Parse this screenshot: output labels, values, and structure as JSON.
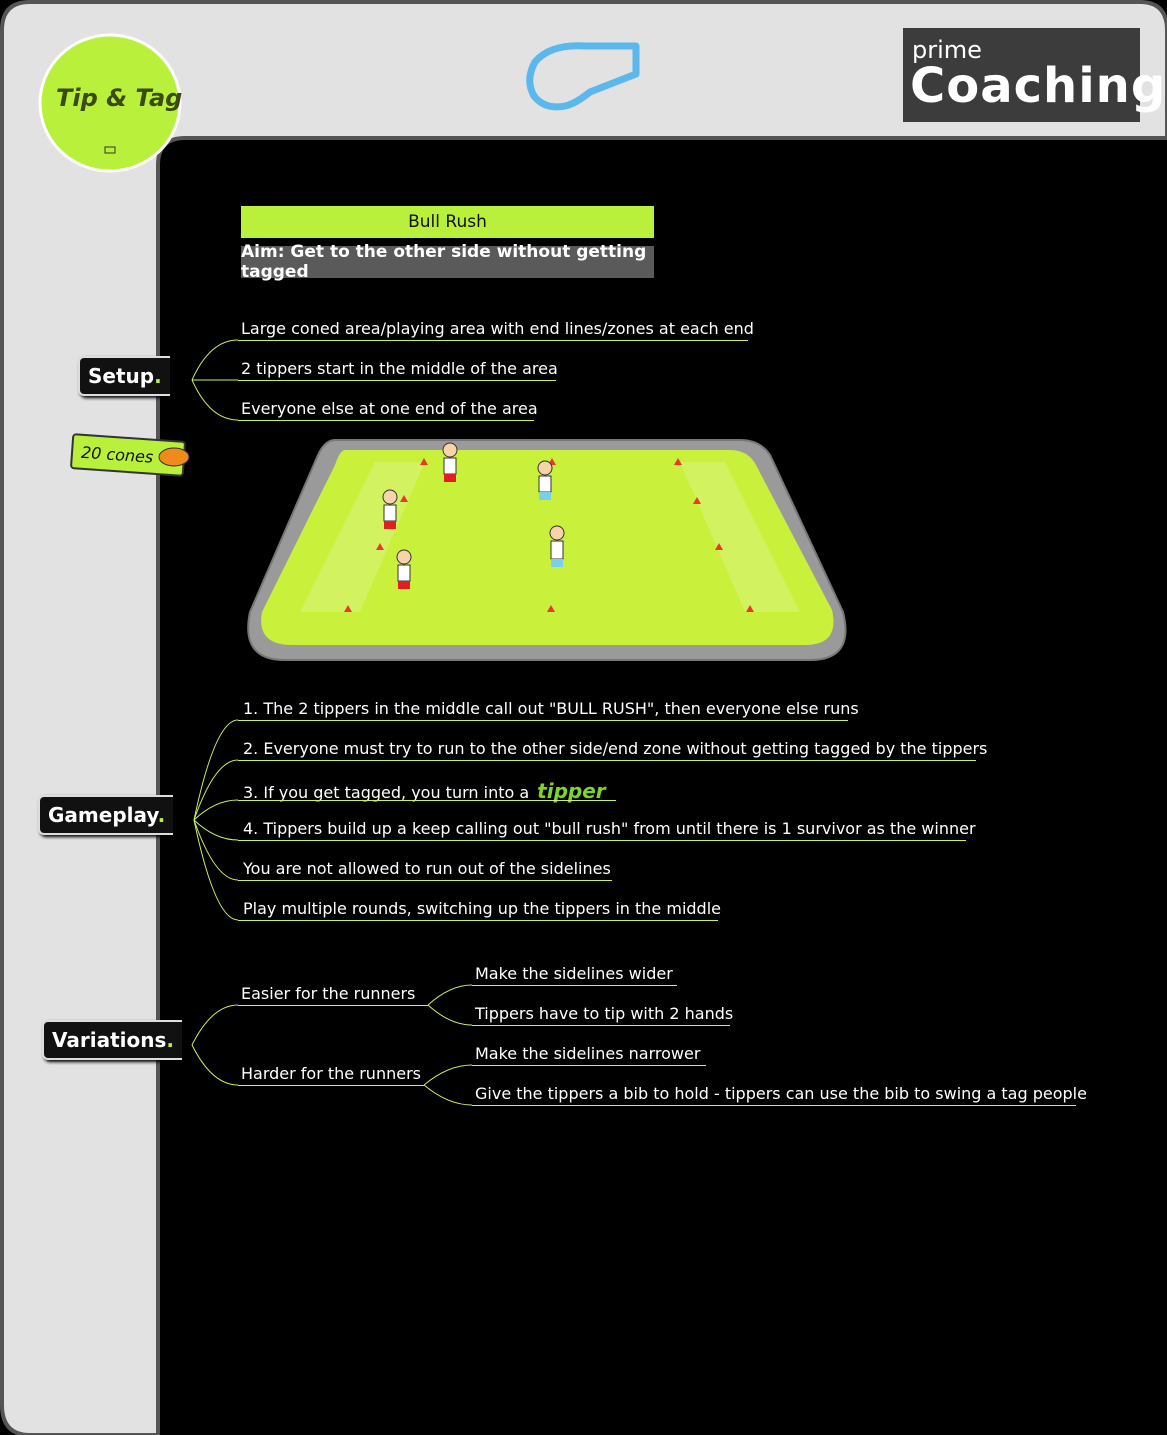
{
  "header": {
    "badge_title": "Tip & Tag",
    "logo_prime": "prime",
    "logo_coaching": "Coaching"
  },
  "session": {
    "title": "Bull Rush",
    "aim": "Aim: Get to the other side without getting tagged"
  },
  "equipment": {
    "cones_label": "20 cones"
  },
  "setup": {
    "label": "Setup",
    "items": [
      "Large coned area/playing area with end lines/zones at each end",
      "2 tippers start in the middle of the area",
      "Everyone else at one end of the area"
    ]
  },
  "gameplay": {
    "label": "Gameplay",
    "items": [
      "1. The 2 tippers in the middle call out \"BULL RUSH\", then everyone else runs",
      "2. Everyone must try to run to the other side/end zone without getting tagged by the tippers",
      "3. If you get tagged, you turn into a",
      "4. Tippers build up a keep calling out \"bull rush\" from until there is 1 survivor as the winner",
      "You are not allowed to run out of the sidelines",
      "Play multiple rounds, switching up the tippers in the middle"
    ],
    "tipper_word": "tipper"
  },
  "variations": {
    "label": "Variations",
    "groups": [
      {
        "label": "Easier for the runners",
        "items": [
          "Make the sidelines wider",
          "Tippers have to tip with 2 hands"
        ]
      },
      {
        "label": "Harder for the runners",
        "items": [
          "Make the sidelines narrower",
          "Give the tippers a bib to hold - tippers can use the bib to swing a tag people"
        ]
      }
    ]
  },
  "colors": {
    "accent": "#b8f03c",
    "frame": "#e2e2e2",
    "dark": "#000000",
    "whistle": "#5ab8ec"
  }
}
